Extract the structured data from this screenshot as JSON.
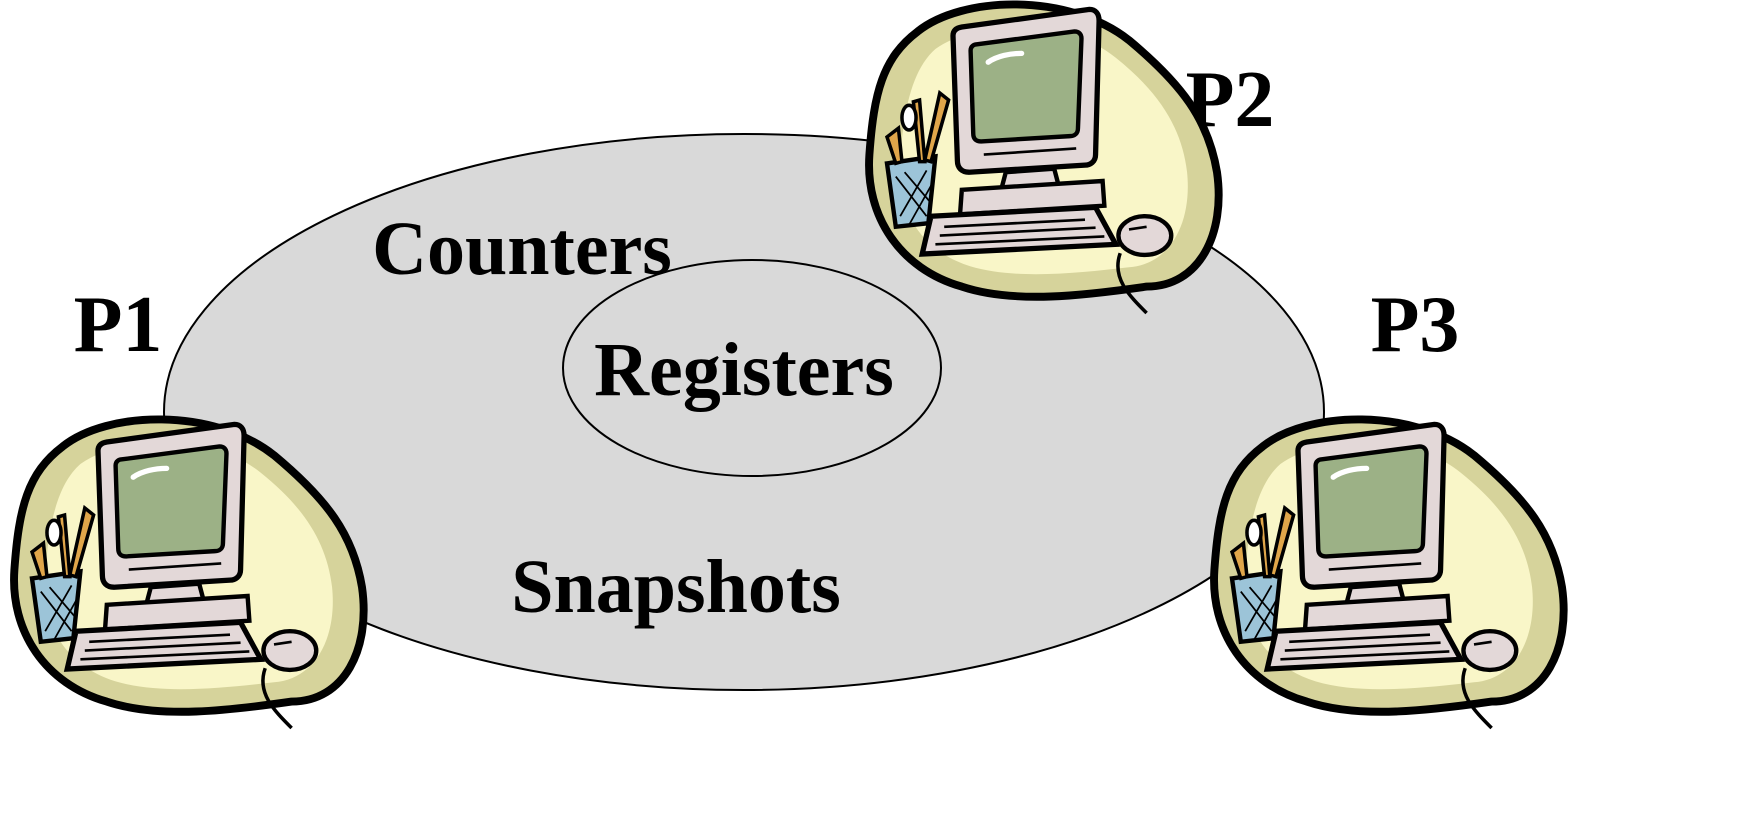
{
  "diagram": {
    "memory": {
      "outer_label": "Counters",
      "inner_label": "Registers",
      "bottom_label": "Snapshots",
      "fill_color": "#d9d9d9",
      "stroke_color": "#000000"
    },
    "processes": [
      {
        "label": "P1",
        "icon": "computer-icon"
      },
      {
        "label": "P2",
        "icon": "computer-icon"
      },
      {
        "label": "P3",
        "icon": "computer-icon"
      }
    ],
    "colors": {
      "blob": "#d6d39b",
      "blob_light": "#f9f6c8",
      "case": "#e3d8d8",
      "screen": "#9cb186",
      "cup": "#9cc4d8",
      "pencil": "#e0a64a"
    }
  }
}
